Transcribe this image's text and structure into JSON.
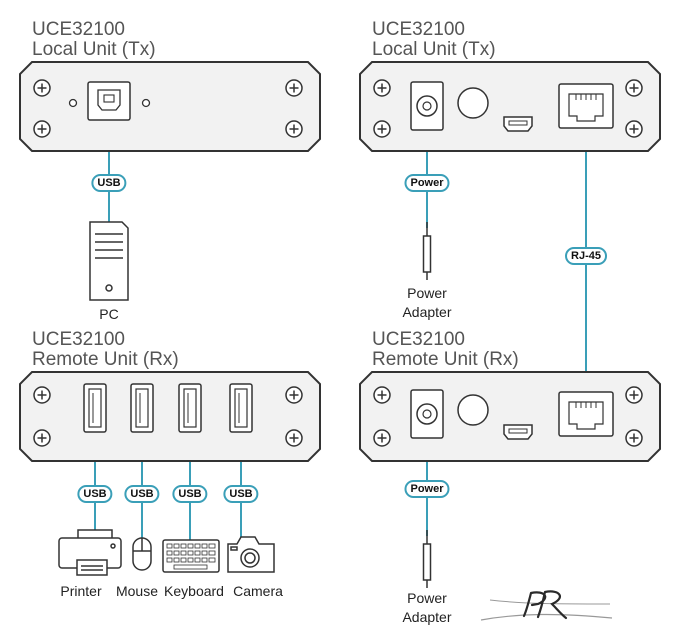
{
  "units": {
    "tl": {
      "model": "UCE32100",
      "role": "Local Unit (Tx)"
    },
    "tr": {
      "model": "UCE32100",
      "role": "Local Unit (Tx)"
    },
    "bl": {
      "model": "UCE32100",
      "role": "Remote Unit (Rx)"
    },
    "br": {
      "model": "UCE32100",
      "role": "Remote Unit (Rx)"
    }
  },
  "cables": {
    "usb": "USB",
    "power": "Power",
    "rj45": "RJ-45"
  },
  "devices": {
    "pc": "PC",
    "power_adapter_top": "Power\nAdapter",
    "power_adapter_bottom": "Power\nAdapter",
    "printer": "Printer",
    "mouse": "Mouse",
    "keyboard": "Keyboard",
    "camera": "Camera"
  },
  "colors": {
    "cable": "#3a9fb8",
    "panel_fill": "#f2f2f2",
    "panel_stroke": "#333333"
  },
  "icons": [
    "screw-icon",
    "usb-b-port-icon",
    "usb-a-port-icon",
    "dc-jack-icon",
    "button-icon",
    "hdmi-port-icon",
    "rj45-port-icon",
    "pc-tower-icon",
    "power-plug-icon",
    "printer-icon",
    "mouse-icon",
    "keyboard-icon",
    "camera-icon",
    "logo-icon"
  ]
}
